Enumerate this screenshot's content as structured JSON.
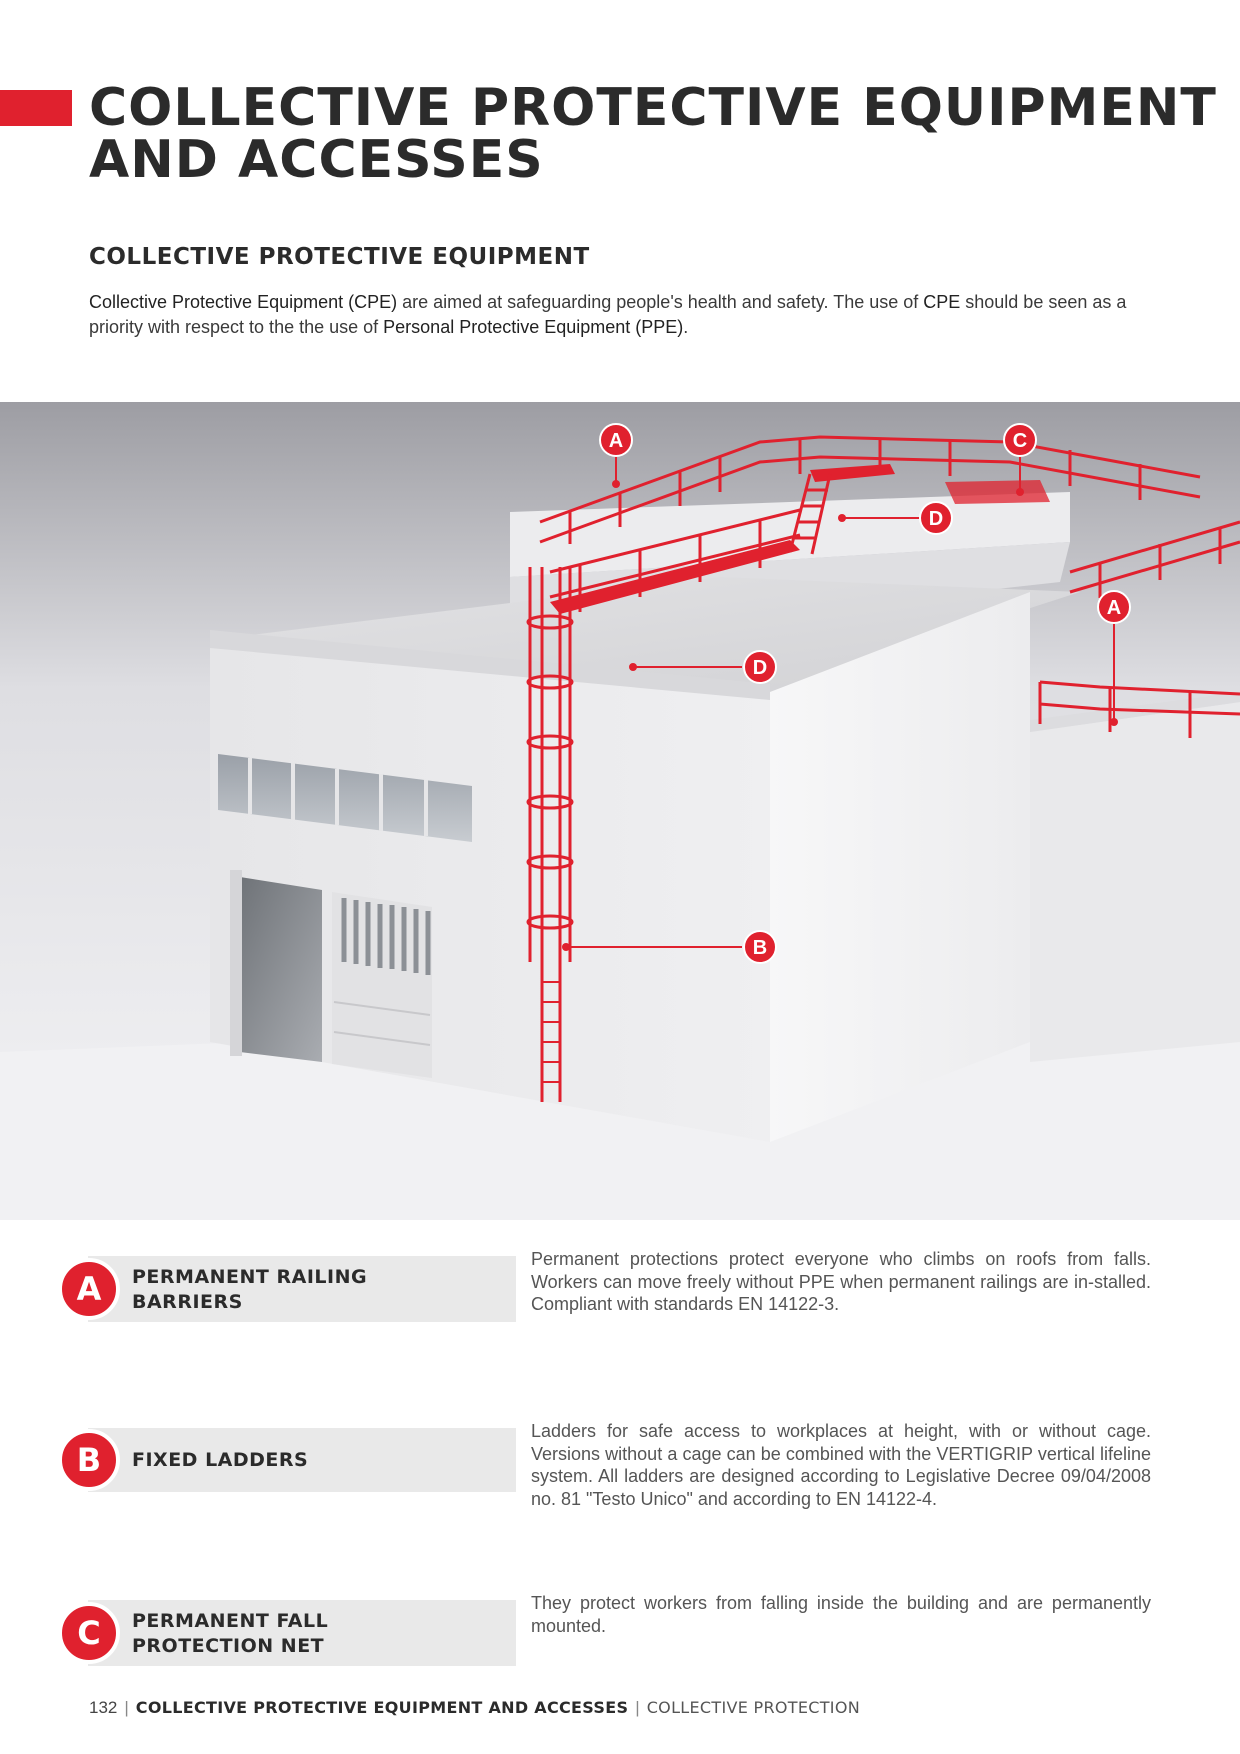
{
  "header": {
    "title_line1": "COLLECTIVE PROTECTIVE EQUIPMENT",
    "title_line2": "AND ACCESSES",
    "accent_color": "#e0212e"
  },
  "section": {
    "heading": "COLLECTIVE PROTECTIVE EQUIPMENT",
    "intro_parts": {
      "p1": "Collective Protective Equipment (CPE)",
      "p2": " are aimed at safeguarding people's health and safety. The use of ",
      "p3": "CPE",
      "p4": " should be seen as a priority with respect to the the use of ",
      "p5": "Personal Protective Equipment (PPE)",
      "p6": "."
    }
  },
  "illustration": {
    "callouts": {
      "a": "A",
      "b": "B",
      "c": "C",
      "d": "D"
    }
  },
  "items": [
    {
      "letter": "A",
      "label_line1": "PERMANENT RAILING",
      "label_line2": "BARRIERS",
      "description": "Permanent protections protect everyone who climbs on roofs from falls. Workers can move freely without PPE when permanent railings are in-stalled. Compliant with standards EN 14122-3."
    },
    {
      "letter": "B",
      "label_line1": "FIXED LADDERS",
      "description": "Ladders for safe access to workplaces at height, with or without cage. Versions without a cage can be combined with the VERTIGRIP vertical lifeline system. All ladders are designed according to Legislative Decree 09/04/2008 no. 81 \"Testo Unico\" and according to EN 14122-4."
    },
    {
      "letter": "C",
      "label_line1": "PERMANENT FALL",
      "label_line2": "PROTECTION NET",
      "description": "They protect workers from falling inside the building and are permanently mounted."
    }
  ],
  "footer": {
    "page_number": "132",
    "separator": "|",
    "chapter": "COLLECTIVE PROTECTIVE EQUIPMENT AND ACCESSES",
    "section": "COLLECTIVE PROTECTION"
  }
}
